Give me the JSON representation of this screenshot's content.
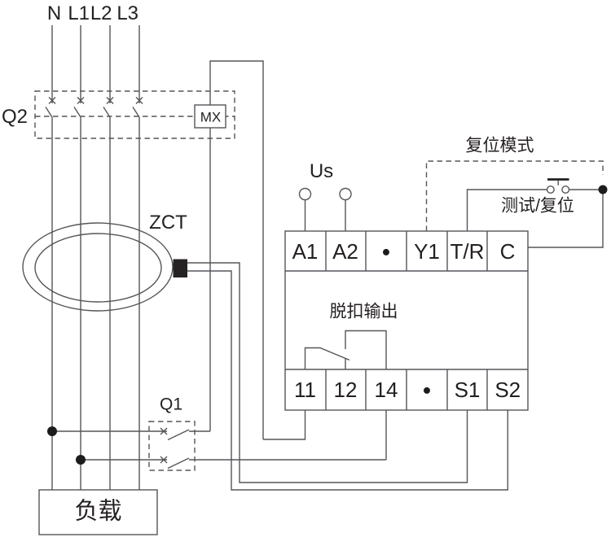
{
  "colors": {
    "wire": "#55565a",
    "text": "#231f20",
    "junction_dot": "#1d1b1c",
    "zct_connector_fill": "#262223"
  },
  "supply": {
    "lines": [
      "N",
      "L1",
      "L2",
      "L3"
    ]
  },
  "upstream_breaker": {
    "label": "Q2",
    "shunt_coil_label": "MX"
  },
  "sensor": {
    "label": "ZCT"
  },
  "power": {
    "label": "Us"
  },
  "reset": {
    "mode_label": "复位模式",
    "button_label": "测试/复位"
  },
  "relay": {
    "trip_output_label": "脱扣输出",
    "terminals_top": [
      "A1",
      "A2",
      "●",
      "Y1",
      "T/R",
      "C"
    ],
    "terminals_bottom": [
      "11",
      "12",
      "14",
      "●",
      "S1",
      "S2"
    ]
  },
  "test_switch": {
    "label": "Q1"
  },
  "load": {
    "label": "负载"
  }
}
